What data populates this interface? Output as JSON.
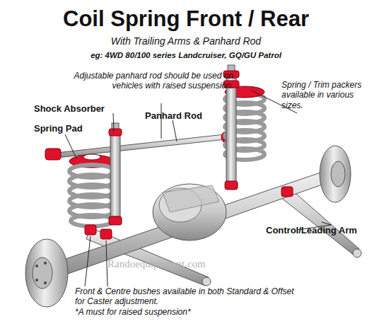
{
  "diagram": {
    "title": "Coil Spring Front / Rear",
    "labels": [
      "With Trailing Arms & Panhard Rod",
      "eg: 4WD 80/100 series Landcruiser, GQ/GU Patrol",
      "Adjustable panhard rod should be used on vehicles with raised suspension.",
      "Spring / Trim packers available in various sizes.",
      "Shock Absorber",
      "Spring Pad",
      "Panhard Rod",
      "Control/Leading Arm",
      "Randoequipement.com",
      "Front & Centre bushes available in both Standard & Offset for Caster adjustment.",
      "*A must for raised suspension*"
    ]
  }
}
